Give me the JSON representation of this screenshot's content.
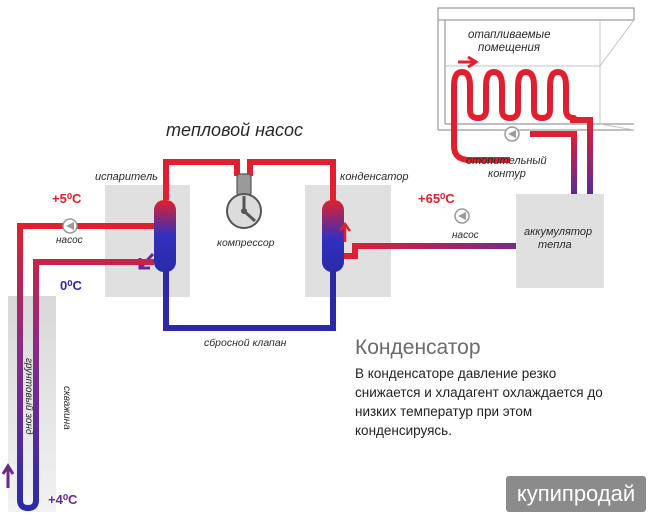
{
  "title": "тепловой насос",
  "labels": {
    "heated_rooms": [
      "отапливаемые",
      "помещения"
    ],
    "evaporator": "испаритель",
    "condenser": "конденсатор",
    "compressor": "компрессор",
    "relief_valve": "сбросной клапан",
    "heating_circuit": [
      "отопительный",
      "контур"
    ],
    "heat_accumulator": [
      "аккумулятор",
      "тепла"
    ],
    "pump_left": "насос",
    "pump_right": "насос",
    "ground_probe": "грунтовый зонд",
    "borehole": "скважина"
  },
  "temps": {
    "plus5": "+5⁰C",
    "zero": "0⁰C",
    "plus4": "+4⁰C",
    "plus65": "+65⁰C"
  },
  "info": {
    "heading": "Конденсатор",
    "text": "В конденсаторе давление резко снижается и хладагент охлаждается до низких температур при этом конденсируясь."
  },
  "watermark": "купипродай",
  "colors": {
    "hot": "#e0202e",
    "cold": "#2a2aa8",
    "purple": "#6a2a8a",
    "panel": "#e0e0e0"
  }
}
